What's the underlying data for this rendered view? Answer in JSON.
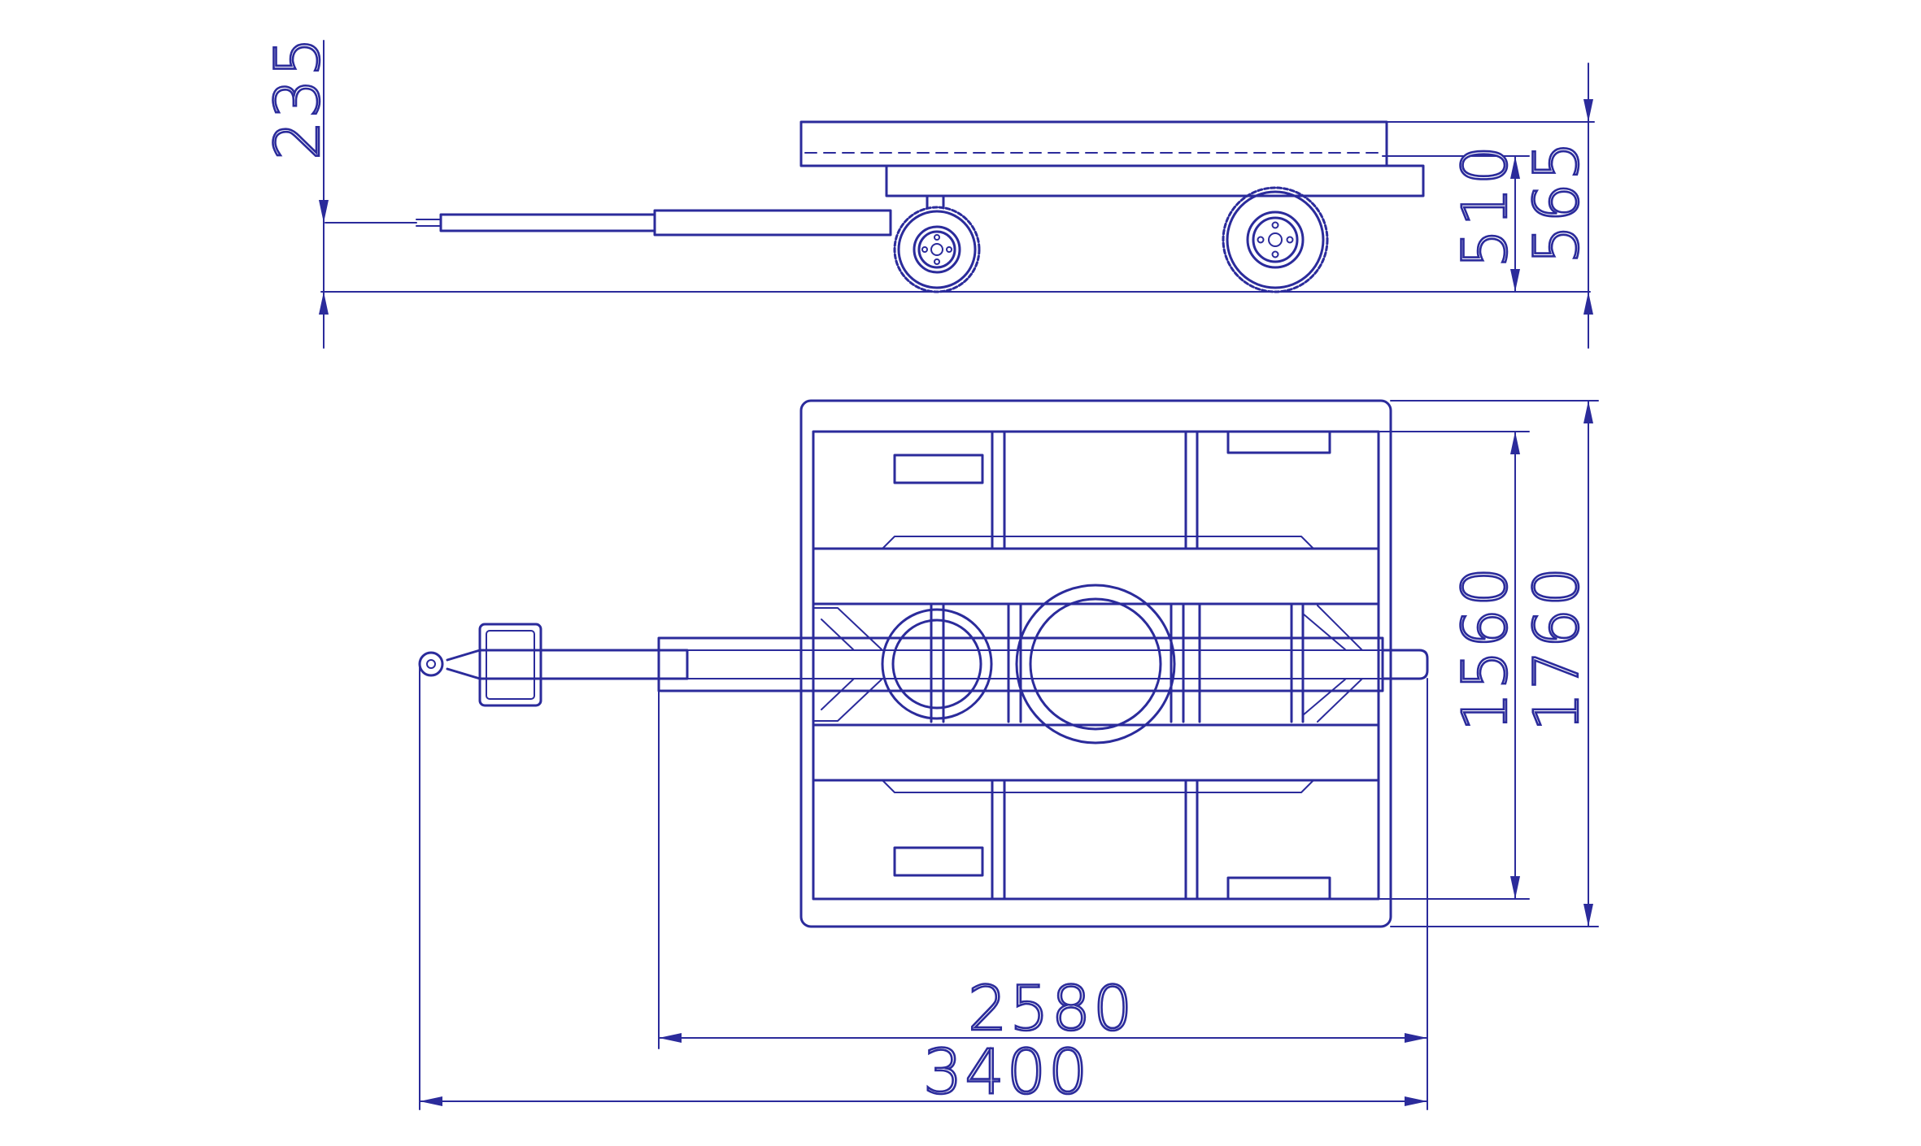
{
  "drawing": {
    "line_color": "#2b2b9b",
    "background": "#ffffff",
    "dimensions": {
      "tow_bar_height": "235",
      "deck_to_bottom": "510",
      "overall_height": "565",
      "inner_width": "1560",
      "overall_width": "1760",
      "wheelbase_length": "2580",
      "overall_length": "3400"
    }
  }
}
